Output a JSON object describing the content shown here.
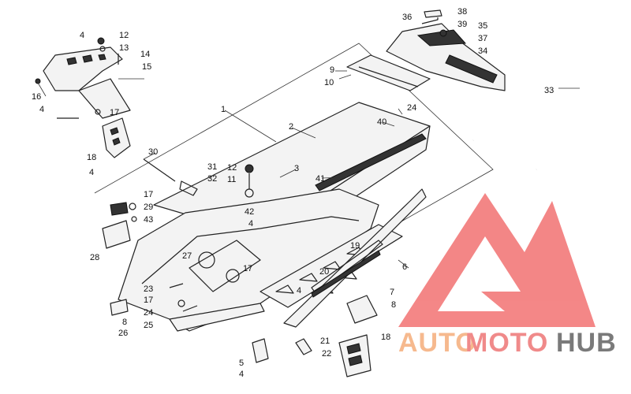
{
  "callouts": [
    {
      "n": "1"
    },
    {
      "n": "2"
    },
    {
      "n": "3"
    },
    {
      "n": "4"
    },
    {
      "n": "4"
    },
    {
      "n": "4"
    },
    {
      "n": "4"
    },
    {
      "n": "4"
    },
    {
      "n": "4"
    },
    {
      "n": "5"
    },
    {
      "n": "6"
    },
    {
      "n": "7"
    },
    {
      "n": "8"
    },
    {
      "n": "8"
    },
    {
      "n": "9"
    },
    {
      "n": "10"
    },
    {
      "n": "11"
    },
    {
      "n": "12"
    },
    {
      "n": "12"
    },
    {
      "n": "13"
    },
    {
      "n": "14"
    },
    {
      "n": "15"
    },
    {
      "n": "16"
    },
    {
      "n": "17"
    },
    {
      "n": "17"
    },
    {
      "n": "17"
    },
    {
      "n": "17"
    },
    {
      "n": "18"
    },
    {
      "n": "18"
    },
    {
      "n": "19"
    },
    {
      "n": "20"
    },
    {
      "n": "21"
    },
    {
      "n": "22"
    },
    {
      "n": "23"
    },
    {
      "n": "24"
    },
    {
      "n": "24"
    },
    {
      "n": "25"
    },
    {
      "n": "26"
    },
    {
      "n": "27"
    },
    {
      "n": "28"
    },
    {
      "n": "29"
    },
    {
      "n": "30"
    },
    {
      "n": "31"
    },
    {
      "n": "32"
    },
    {
      "n": "33"
    },
    {
      "n": "34"
    },
    {
      "n": "35"
    },
    {
      "n": "36"
    },
    {
      "n": "37"
    },
    {
      "n": "38"
    },
    {
      "n": "39"
    },
    {
      "n": "40"
    },
    {
      "n": "41"
    },
    {
      "n": "42"
    },
    {
      "n": "43"
    }
  ],
  "watermark": {
    "part1": "AUTO",
    "part2": "MOTO",
    "part3": "HUB",
    "color_auto": "#f6b98e",
    "color_moto": "#f08a8a",
    "color_hub": "#7a7a7a",
    "logo_color": "#f27272"
  }
}
